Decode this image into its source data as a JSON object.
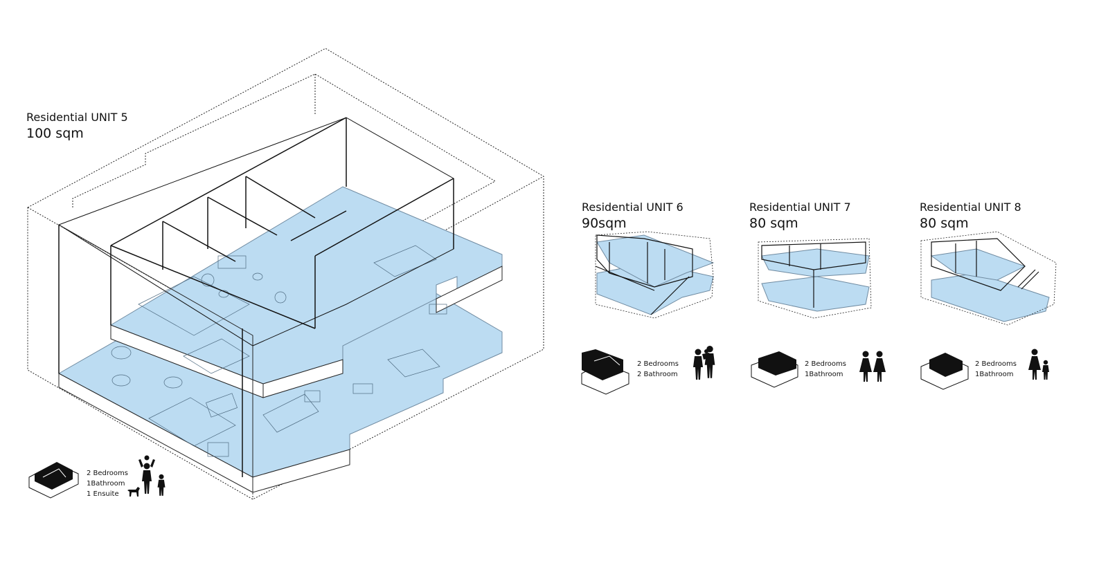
{
  "colors": {
    "floor": "#bcdcf2",
    "floor_line": "#6f8aa0",
    "ink": "#111111"
  },
  "units": [
    {
      "title": "Residential UNIT 5",
      "area": "100 sqm",
      "specs": [
        "2 Bedrooms",
        "1Bathroom",
        "1 Ensuite"
      ],
      "occupants_icon": "family-with-dog-icon"
    },
    {
      "title": "Residential UNIT 6",
      "area": "90sqm",
      "specs": [
        "2 Bedrooms",
        "2 Bathroom"
      ],
      "occupants_icon": "parents-with-child-icon"
    },
    {
      "title": "Residential UNIT 7",
      "area": "80 sqm",
      "specs": [
        "2 Bedrooms",
        "1Bathroom"
      ],
      "occupants_icon": "two-women-icon"
    },
    {
      "title": "Residential UNIT 8",
      "area": "80 sqm",
      "specs": [
        "2 Bedrooms",
        "1Bathroom"
      ],
      "occupants_icon": "mother-and-child-icon"
    }
  ]
}
